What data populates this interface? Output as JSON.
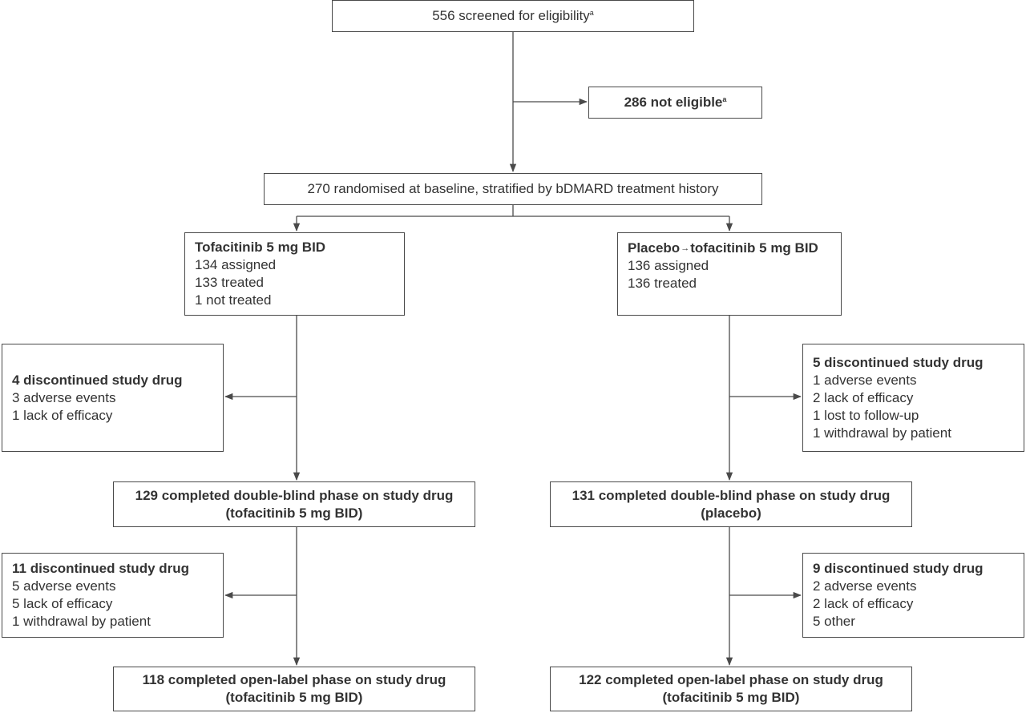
{
  "screened": {
    "text": "556 screened for eligibility",
    "sup": "a"
  },
  "not_eligible": {
    "text": "286 not eligible",
    "sup": "a"
  },
  "randomised": {
    "text": "270 randomised at baseline, stratified by bDMARD treatment history"
  },
  "arm_tofa": {
    "title": "Tofacitinib 5 mg BID",
    "lines": [
      "134 assigned",
      "133 treated",
      "1 not treated"
    ]
  },
  "arm_placebo": {
    "title_a": "Placebo",
    "arrow": "→",
    "title_b": "tofacitinib 5 mg BID",
    "lines": [
      "136 assigned",
      "136 treated"
    ]
  },
  "disc1_tofa": {
    "title": "4 discontinued study drug",
    "lines": [
      "3 adverse events",
      "1 lack of efficacy"
    ]
  },
  "disc1_placebo": {
    "title": "5 discontinued study drug",
    "lines": [
      "1 adverse events",
      "2 lack of efficacy",
      "1 lost to follow-up",
      "1 withdrawal by patient"
    ]
  },
  "db_tofa": {
    "line1": "129 completed double-blind phase on study drug",
    "line2": "(tofacitinib 5 mg BID)"
  },
  "db_placebo": {
    "line1": "131 completed double-blind phase on study drug",
    "line2": "(placebo)"
  },
  "disc2_tofa": {
    "title": "11 discontinued study drug",
    "lines": [
      "5 adverse events",
      "5 lack of efficacy",
      "1 withdrawal by patient"
    ]
  },
  "disc2_placebo": {
    "title": "9 discontinued study drug",
    "lines": [
      "2 adverse events",
      "2 lack of efficacy",
      "5 other"
    ]
  },
  "ol_tofa": {
    "line1": "118 completed open-label phase on study drug",
    "line2": "(tofacitinib 5 mg BID)"
  },
  "ol_placebo": {
    "line1": "122 completed open-label phase on study drug",
    "line2": "(tofacitinib 5 mg BID)"
  },
  "colors": {
    "line": "#4a4a4a",
    "text": "#333333"
  }
}
